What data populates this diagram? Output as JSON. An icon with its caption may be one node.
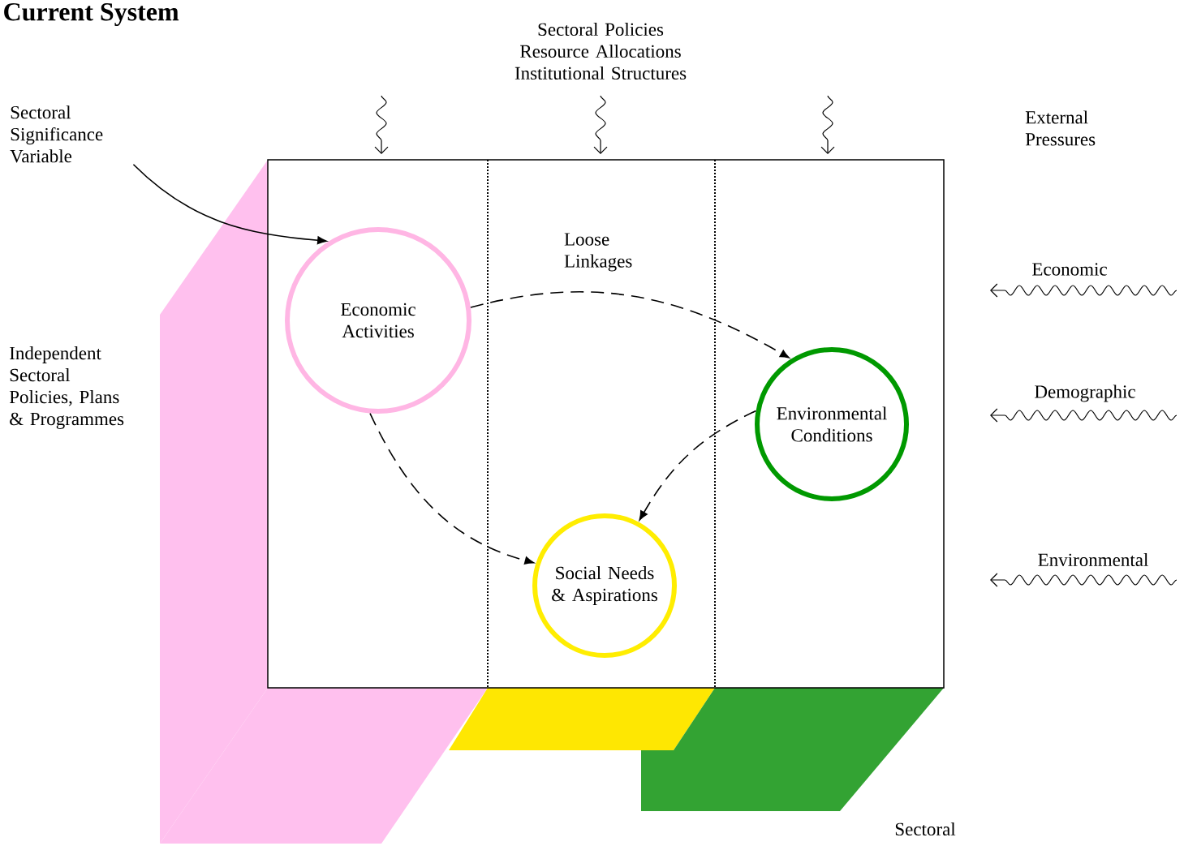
{
  "diagram": {
    "title": "Current System",
    "nodes": [
      {
        "text": [
          "Economic Activities"
        ]
      },
      {
        "text": [
          "Environmental Conditions"
        ]
      },
      {
        "text": [
          "Social Needs & Aspirations"
        ]
      },
      {
        "text": [
          "Sectoral Significance Variable"
        ]
      }
    ],
    "edges": [
      {
        "from": 0,
        "to": 1,
        "arrow": "to",
        "style": "dashed",
        "label": "Loose Linkages"
      },
      {
        "from": 1,
        "to": 2,
        "arrow": "to",
        "style": "dashed"
      },
      {
        "from": 0,
        "to": 2,
        "arrow": "to",
        "style": "dashed"
      },
      {
        "from": 3,
        "to": 0,
        "arrow": "to"
      }
    ],
    "labels": [
      "Sectoral Policies Resource Allocations Institutional Structures",
      "External Pressures",
      "Economic",
      "Independent Sectoral Policies, Plans & Programmes",
      "Demographic",
      "Environmental",
      "Sectoral"
    ]
  }
}
